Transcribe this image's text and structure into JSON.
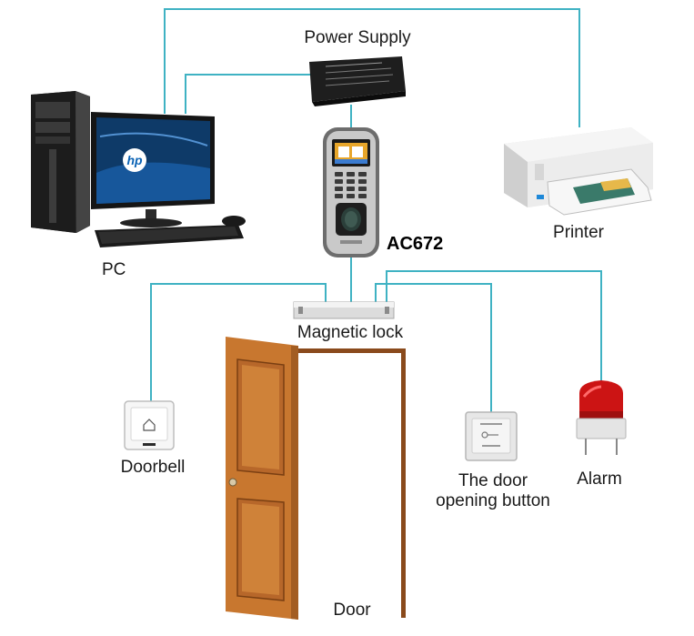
{
  "labels": {
    "power_supply": "Power Supply",
    "pc": "PC",
    "device": "AC672",
    "printer": "Printer",
    "magnetic_lock": "Magnetic lock",
    "doorbell": "Doorbell",
    "door": "Door",
    "exit_button_line1": "The door",
    "exit_button_line2": "opening button",
    "alarm": "Alarm"
  },
  "monitor_brand": "hp",
  "colors": {
    "wire": "#3fb2c3",
    "door_wood": "#c8772f",
    "door_frame": "#8a4a1c",
    "alarm_red": "#cc1414",
    "device_screen": "#e8a62a"
  }
}
